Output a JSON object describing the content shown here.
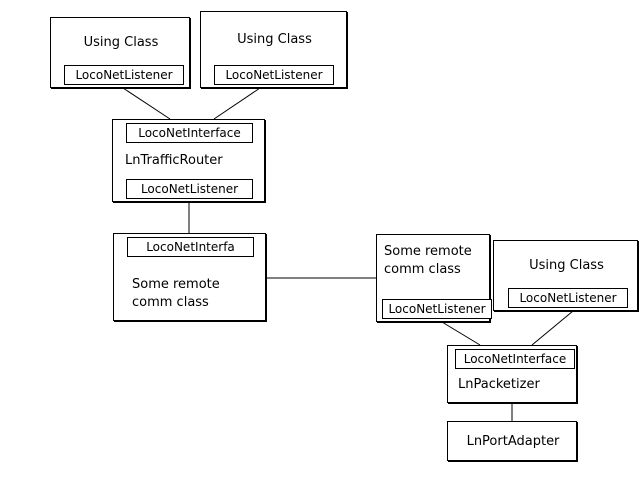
{
  "diagram": {
    "title": "LocoNet class relationship diagram",
    "type": "uml-class-diagram",
    "background_color": "#ffffff",
    "stroke_color": "#000000",
    "text_color": "#000000"
  },
  "nodes": {
    "using_class_1": {
      "title": "Using Class",
      "interface_label": "LocoNetListener"
    },
    "using_class_2": {
      "title": "Using Class",
      "interface_label": "LocoNetListener"
    },
    "traffic_router": {
      "interface_label": "LocoNetInterface",
      "class_name": "LnTrafficRouter",
      "listener_label": "LocoNetListener"
    },
    "remote_comm_left": {
      "interface_label": "LocoNetInterfa",
      "body_line_1": "Some remote",
      "body_line_2": "comm class"
    },
    "remote_comm_right": {
      "body_line_1": "Some remote",
      "body_line_2": "comm class",
      "listener_label": "LocoNetListener"
    },
    "using_class_3": {
      "title": "Using Class",
      "interface_label": "LocoNetListener"
    },
    "packetizer": {
      "interface_label": "LocoNetInterface",
      "class_name": "LnPacketizer"
    },
    "port_adapter": {
      "class_name": "LnPortAdapter"
    }
  }
}
